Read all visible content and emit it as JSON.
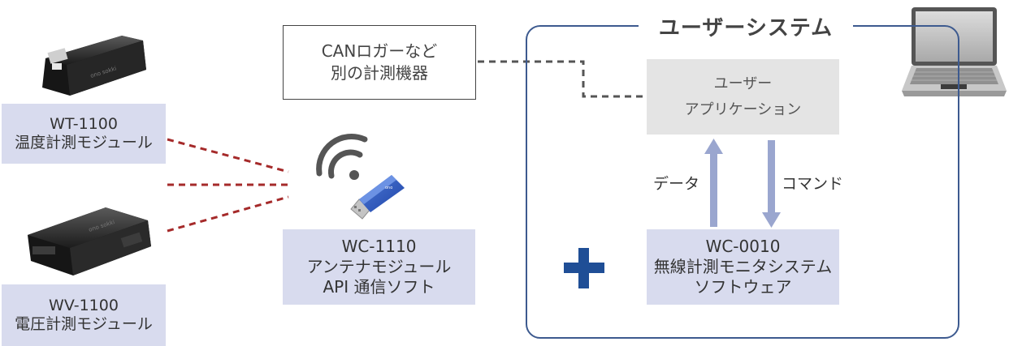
{
  "modules": {
    "wt": {
      "line1": "WT-1100",
      "line2": "温度計測モジュール"
    },
    "wv": {
      "line1": "WV-1100",
      "line2": "電圧計測モジュール"
    },
    "wc1110": {
      "line1": "WC-1110",
      "line2": "アンテナモジュール",
      "line3": "API 通信ソフト"
    }
  },
  "can_logger": {
    "line1": "CANロガーなど",
    "line2": "別の計測機器"
  },
  "user_system": {
    "title": "ユーザーシステム",
    "application": {
      "line1": "ユーザー",
      "line2": "アプリケーション"
    },
    "data_label": "データ",
    "command_label": "コマンド",
    "wc0010": {
      "line1": "WC-0010",
      "line2": "無線計測モニタシステム",
      "line3": "ソフトウェア"
    }
  },
  "colors": {
    "label_bg": "#d8dbee",
    "app_bg": "#e4e4e4",
    "frame": "#3d5a8f",
    "wireless_link": "#a52a2a",
    "arrow": "#9aa6cf",
    "plus": "#1f4e96"
  },
  "icons": [
    "temperature-module-photo",
    "voltage-module-photo",
    "wifi-icon",
    "usb-antenna-dongle",
    "laptop-icon",
    "plus-icon"
  ]
}
